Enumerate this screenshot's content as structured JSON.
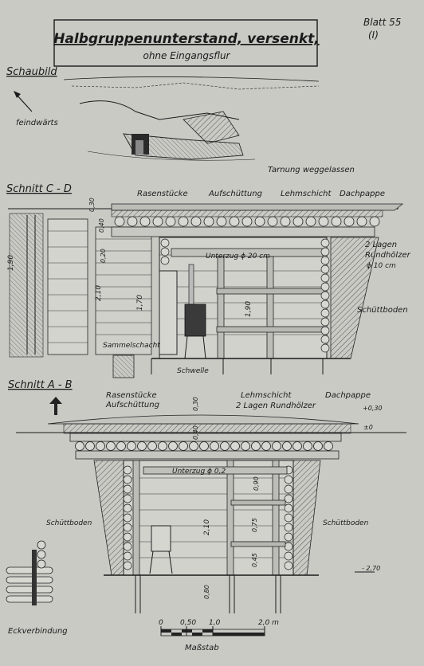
{
  "sheet": {
    "label": "Blatt 55",
    "number": "(I)"
  },
  "title": {
    "main": "Halbgruppenunterstand, versenkt,",
    "sub": "ohne Eingangsflur"
  },
  "schaubild": {
    "heading": "Schaubild",
    "enemy_direction": "feindwärts",
    "note": "Tarnung weggelassen"
  },
  "section_cd": {
    "heading": "Schnitt C - D",
    "labels": {
      "rasen": "Rasenstücke",
      "aufschuettung": "Aufschüttung",
      "lehm": "Lehmschicht",
      "dachpappe": "Dachpappe",
      "unterzug": "Unterzug ϕ 20 cm",
      "rund1": "2 Lagen",
      "rund2": "Rundhölzer",
      "rund3": "ϕ 10 cm",
      "schuett": "Schüttboden",
      "sammel": "Sammelschacht",
      "schwelle": "Schwelle"
    },
    "dims": {
      "d030": "0,30",
      "d040": "0,40",
      "d190": "1,90",
      "d020": "0,20",
      "d210": "2,10",
      "d170": "1,70",
      "d190b": "1,90"
    }
  },
  "section_ab": {
    "heading": "Schnitt A - B",
    "labels": {
      "rasen": "Rasenstücke",
      "aufschuettung": "Aufschüttung",
      "lehm": "Lehmschicht",
      "rund": "2 Lagen Rundhölzer",
      "dachpappe": "Dachpappe",
      "unterzug": "Unterzug ϕ 0,2",
      "schuett_l": "Schüttboden",
      "schuett_r": "Schüttboden"
    },
    "dims": {
      "p030": "+0,30",
      "zero": "±0",
      "d030": "0,30",
      "d040": "0,40",
      "d090": "0,90",
      "d210": "2,10",
      "d075": "0,75",
      "d045": "0,45",
      "d080": "0,80",
      "m270": "- 2,70"
    }
  },
  "corner": {
    "label": "Eckverbindung"
  },
  "scale": {
    "t0": "0",
    "t050": "0,50",
    "t10": "1,0",
    "t20": "2,0 m",
    "label": "Maßstab"
  }
}
